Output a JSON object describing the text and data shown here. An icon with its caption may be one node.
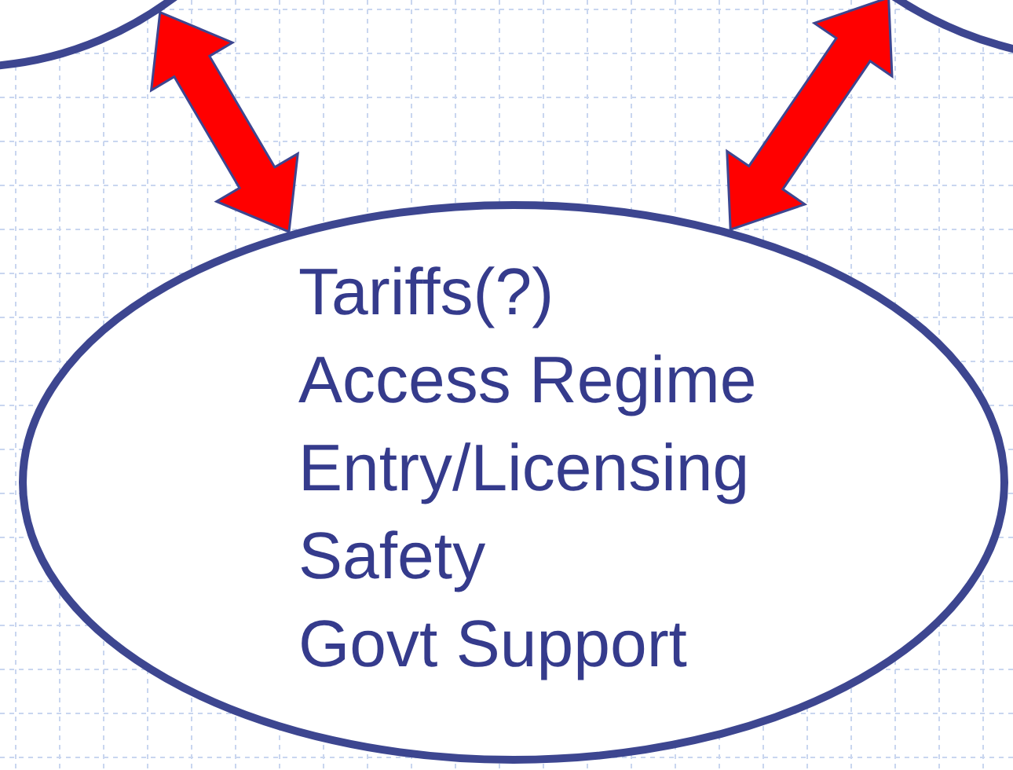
{
  "diagram": {
    "nodes": [
      {
        "text": [],
        "shape": "ellipse"
      },
      {
        "text": [],
        "shape": "ellipse"
      },
      {
        "text": [
          "Tariffs(?)",
          "Access Regime",
          "Entry/Licensing",
          "Safety",
          "Govt Support"
        ]
      }
    ],
    "edges": [
      {
        "from": 0,
        "to": 2,
        "arrow": "both",
        "style": "thick",
        "color": "#ff0000"
      },
      {
        "from": 1,
        "to": 2,
        "arrow": "both",
        "style": "thick",
        "color": "#ff0000"
      }
    ]
  }
}
